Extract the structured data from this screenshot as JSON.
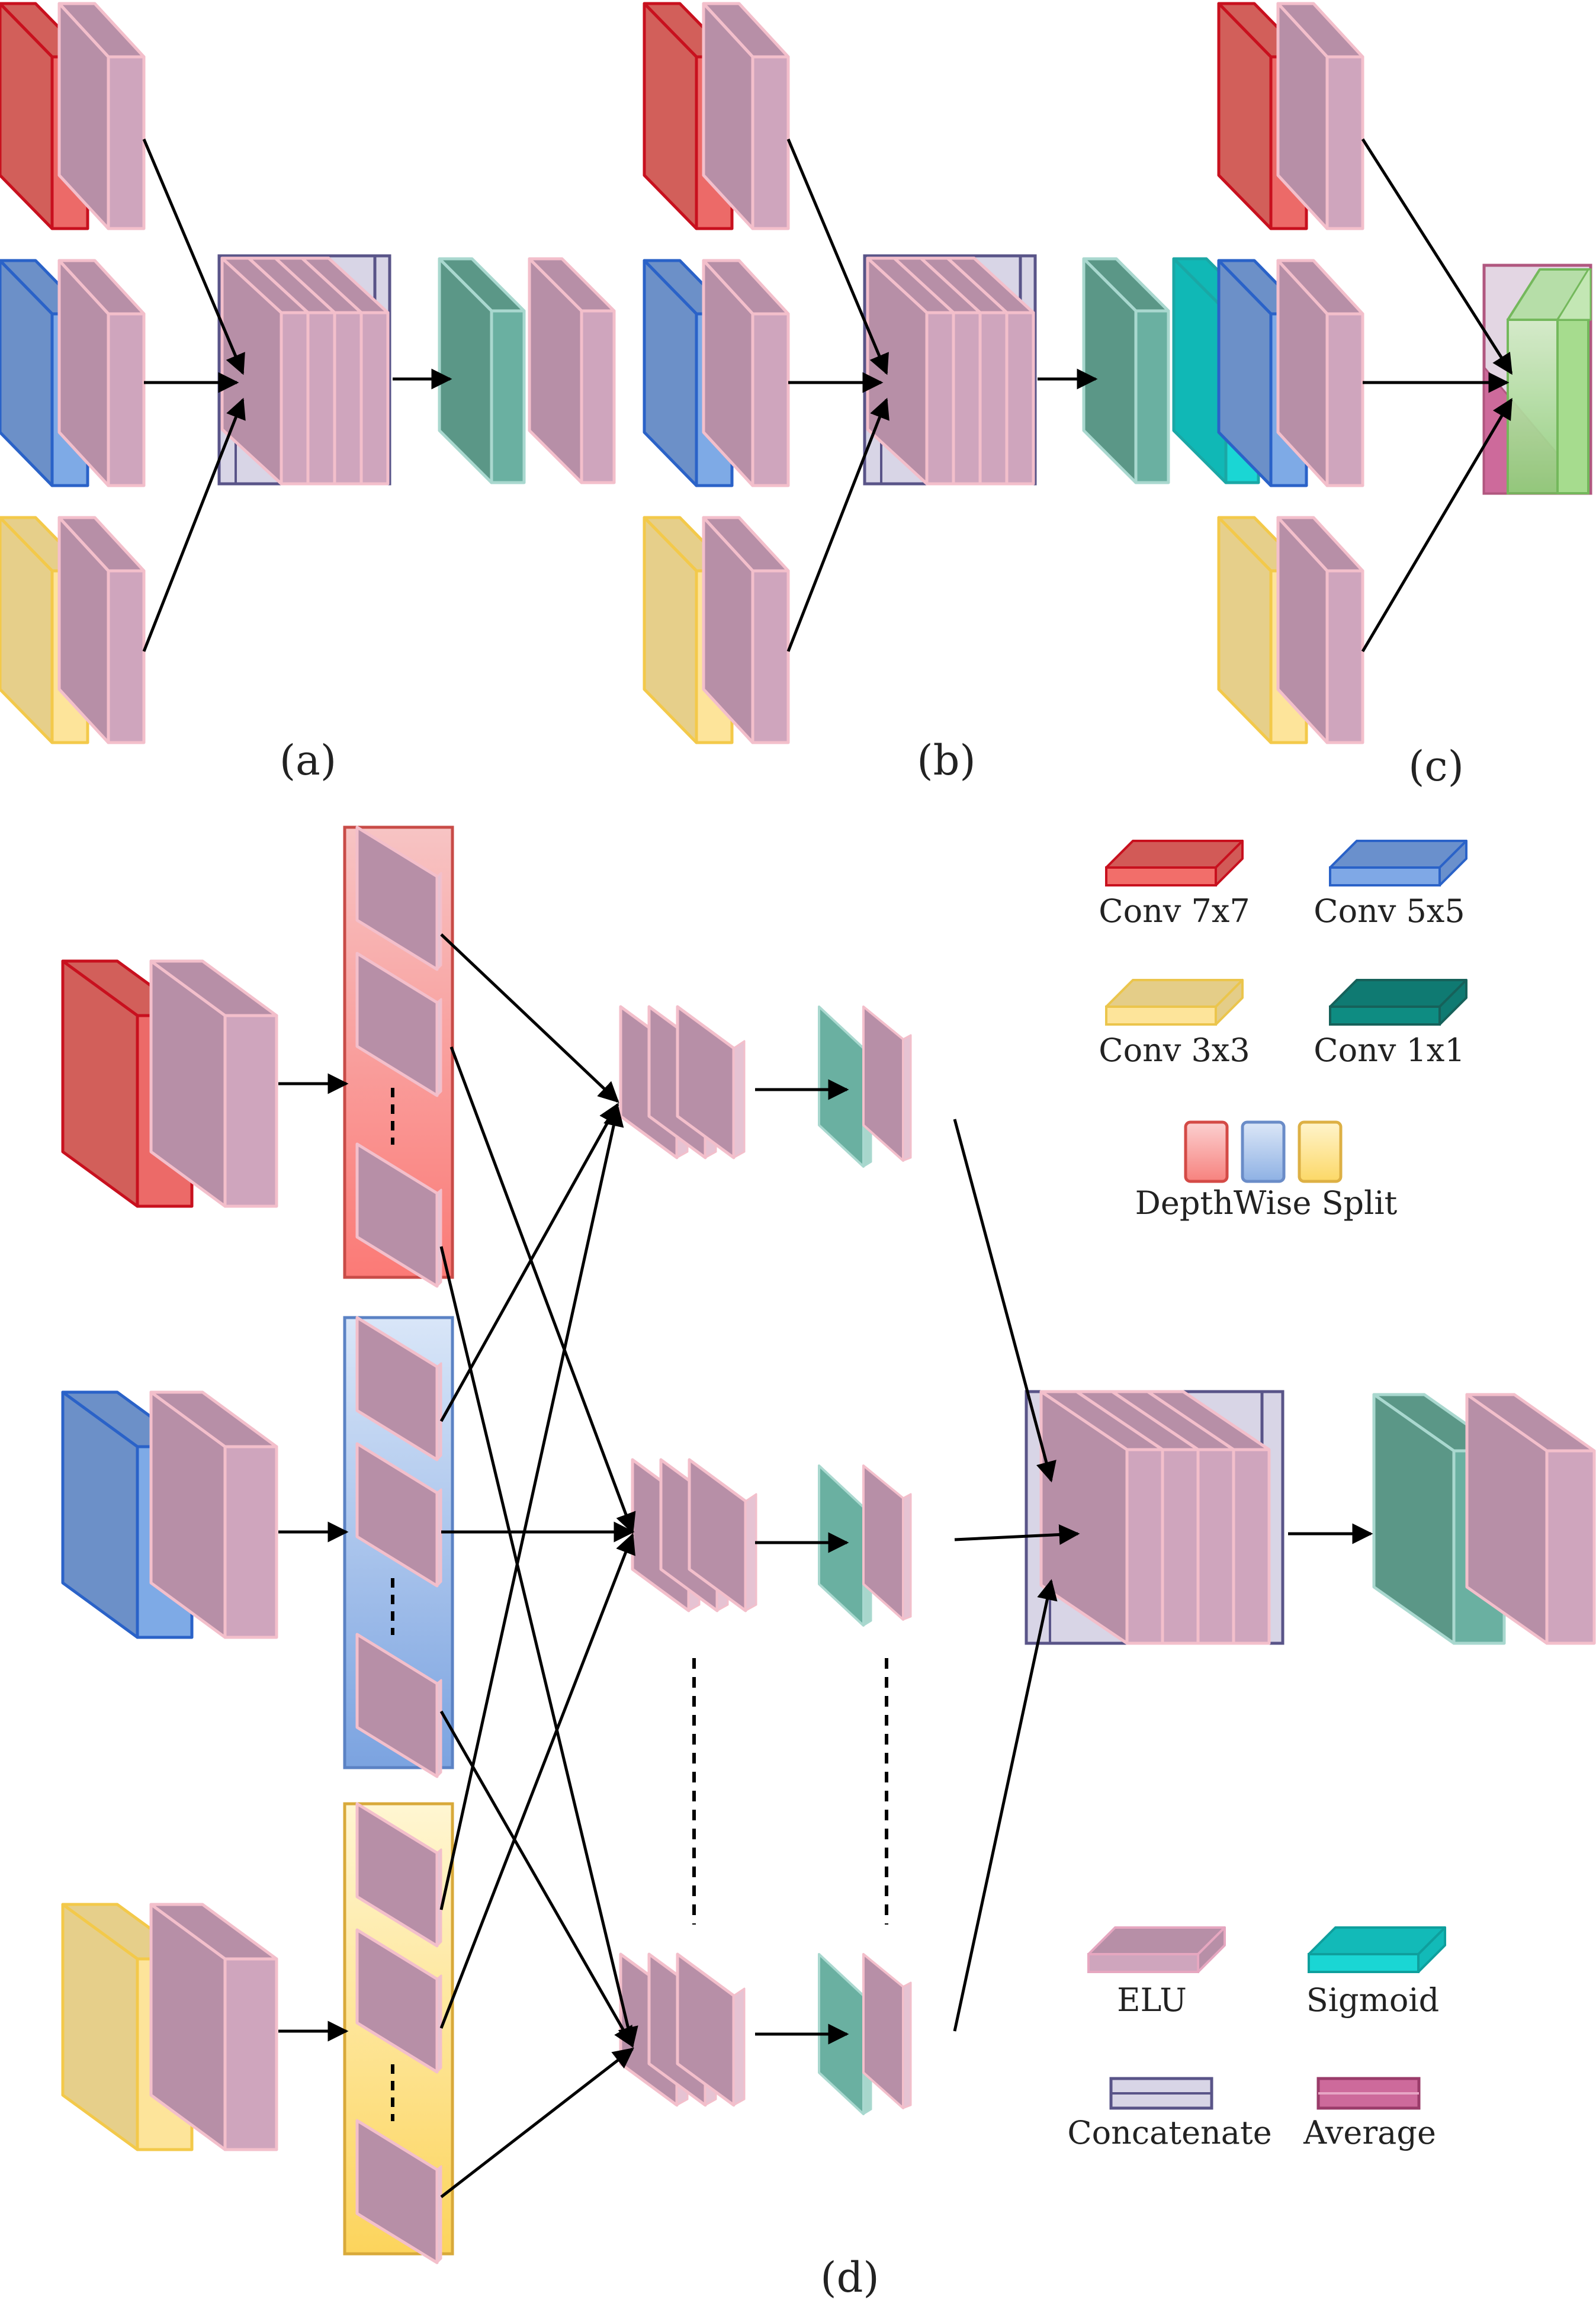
{
  "panels": {
    "a": "(a)",
    "b": "(b)",
    "c": "(c)",
    "d": "(d)"
  },
  "legend": {
    "conv7": "Conv 7x7",
    "conv5": "Conv 5x5",
    "conv3": "Conv 3x3",
    "conv1": "Conv 1x1",
    "split": "DepthWise Split",
    "elu": "ELU",
    "sigmoid": "Sigmoid",
    "concat": "Concatenate",
    "average": "Average"
  },
  "colors": {
    "conv7_front": "#ec6a68",
    "conv7_side": "#d25f5a",
    "conv7_edge": "#c8101e",
    "conv5_front": "#7eaae6",
    "conv5_side": "#6c90c8",
    "conv5_edge": "#2a62c8",
    "conv3_front": "#fde49a",
    "conv3_side": "#e6cf8a",
    "conv3_edge": "#f3c94a",
    "conv1_front": "#6ab0a1",
    "conv1_side": "#5b9787",
    "elu_front": "#cfa5bd",
    "elu_side": "#b78fa7",
    "elu_edge": "#f3bfcb",
    "sigmoid_front": "#1ad6d4",
    "concat_fill": "#d8d5e6",
    "concat_edge": "#595488",
    "average_fill": "#cd6a9b"
  }
}
